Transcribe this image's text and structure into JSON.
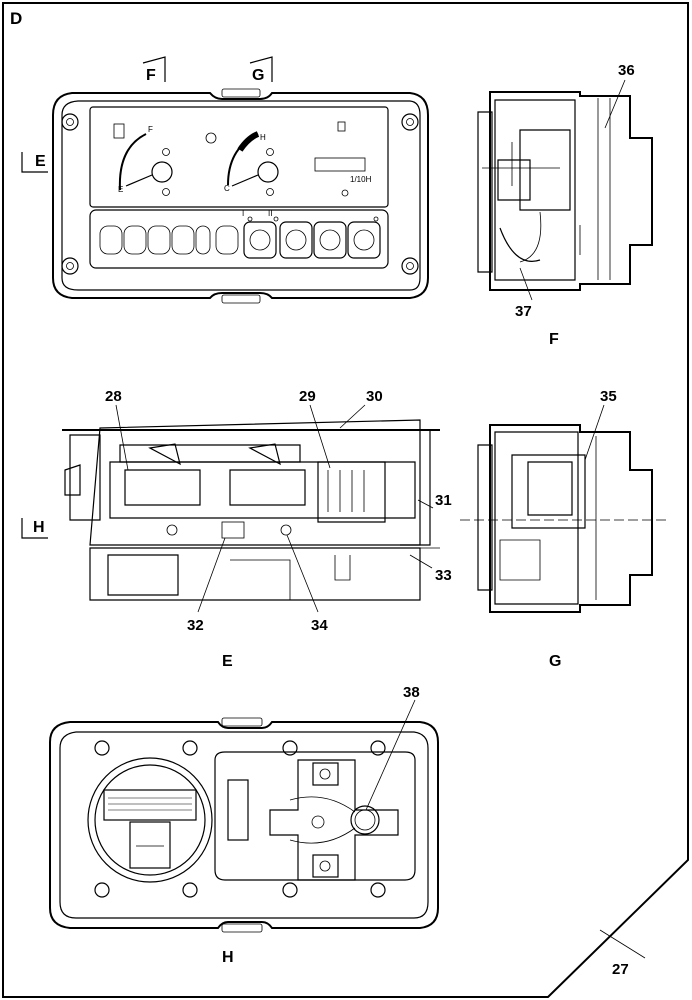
{
  "frame": {
    "label": "D"
  },
  "view_marks": {
    "F": "F",
    "G": "G",
    "E": "E",
    "H": "H"
  },
  "captions": {
    "F": "F",
    "E": "E",
    "G": "G",
    "H": "H"
  },
  "panel": {
    "fuel_full": "F",
    "fuel_empty": "E",
    "temp_hot": "H",
    "temp_cold": "C",
    "hour_unit": "1/10H",
    "group_1": "I",
    "group_2": "II"
  },
  "callouts": {
    "n27": "27",
    "n28": "28",
    "n29": "29",
    "n30": "30",
    "n31": "31",
    "n32": "32",
    "n33": "33",
    "n34": "34",
    "n35": "35",
    "n36": "36",
    "n37": "37",
    "n38": "38"
  }
}
